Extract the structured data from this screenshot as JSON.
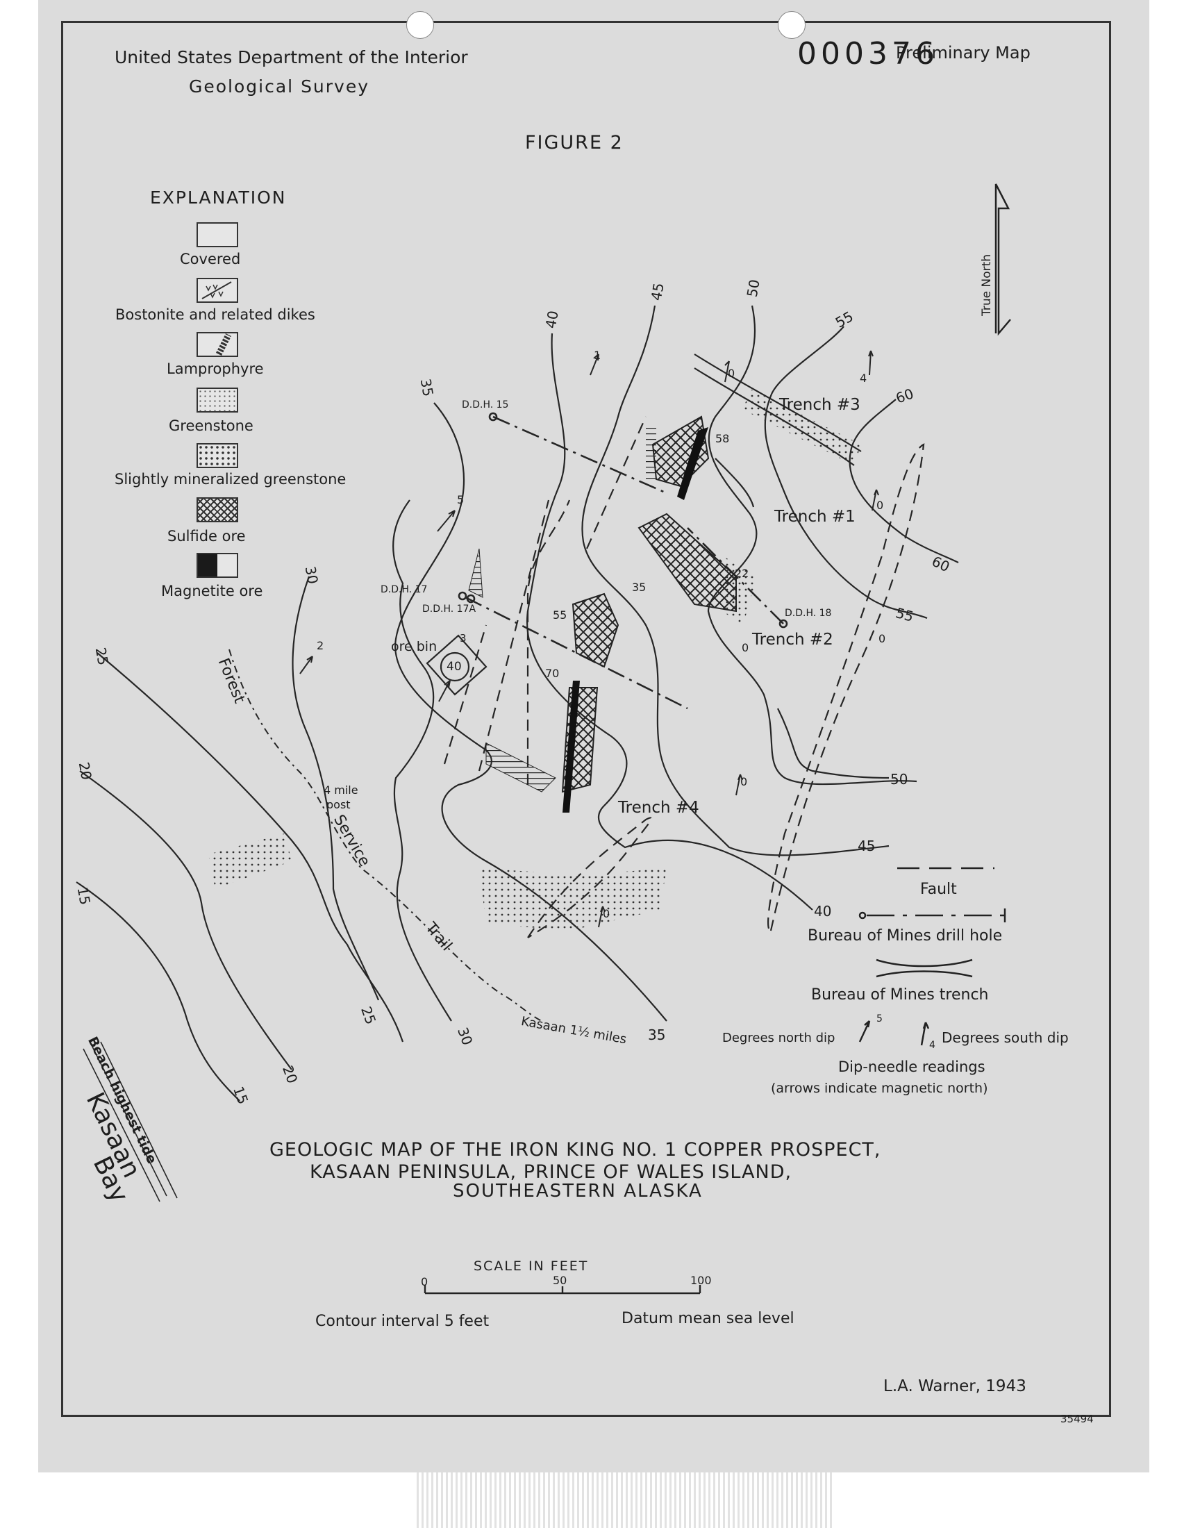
{
  "header": {
    "agency_line1": "United States Department of the Interior",
    "agency_line2": "Geological Survey",
    "stamp_number": "000376",
    "status": "Preliminary Map",
    "figure": "FIGURE 2"
  },
  "legend": {
    "title": "EXPLANATION",
    "items": [
      {
        "label": "Covered",
        "pattern": "blank"
      },
      {
        "label": "Bostonite and related dikes",
        "pattern": "v-marks"
      },
      {
        "label": "Lamprophyre",
        "pattern": "hatched-band"
      },
      {
        "label": "Greenstone",
        "pattern": "stipple"
      },
      {
        "label": "Slightly mineralized greenstone",
        "pattern": "stipple-dense"
      },
      {
        "label": "Sulfide ore",
        "pattern": "cross-hatch"
      },
      {
        "label": "Magnetite ore",
        "pattern": "solid-black"
      }
    ]
  },
  "north_arrow": "True North",
  "map_labels": {
    "drill_holes": [
      "D.D.H. 15",
      "D.D.H. 17",
      "D.D.H. 17A",
      "D.D.H. 18"
    ],
    "trenches": [
      "Trench #3",
      "Trench #1",
      "Trench #2",
      "Trench #4"
    ],
    "ore_bin": "ore bin",
    "ore_bin_value": "40",
    "forest_service_trail": [
      "Forest",
      "Service",
      "Trail"
    ],
    "mile_post": [
      "4 mile",
      "post"
    ],
    "kasaan_dir": "Kasaan 1½ miles",
    "beach": "Beach highest tide",
    "bay": [
      "Kasaan",
      "Bay"
    ],
    "contours": [
      "15",
      "20",
      "25",
      "30",
      "35",
      "40",
      "45",
      "50",
      "55",
      "60",
      "60",
      "55",
      "50",
      "45",
      "40",
      "35",
      "30",
      "25",
      "20",
      "15"
    ],
    "dip_readings": [
      "1",
      "5",
      "2",
      "3",
      "58",
      "22",
      "35",
      "55",
      "70",
      "0",
      "0",
      "0",
      "0",
      "0",
      "0",
      "4"
    ]
  },
  "symbols": {
    "fault": "Fault",
    "drill_hole": "Bureau of Mines drill hole",
    "trench": "Bureau of Mines trench",
    "dip_north": "Degrees north dip",
    "dip_north_example": "5",
    "dip_south": "Degrees south dip",
    "dip_south_example": "4",
    "dipneedle": "Dip-needle readings",
    "dipneedle_note": "(arrows indicate magnetic north)"
  },
  "title": {
    "line1": "GEOLOGIC MAP OF THE IRON KING NO. 1 COPPER PROSPECT,",
    "line2": "KASAAN PENINSULA, PRINCE OF WALES ISLAND,",
    "line3": "SOUTHEASTERN ALASKA"
  },
  "scale": {
    "title": "SCALE IN FEET",
    "ticks": [
      "0",
      "50",
      "100"
    ],
    "contour_interval": "Contour interval 5 feet",
    "datum": "Datum mean sea level"
  },
  "author": "L.A. Warner, 1943",
  "sheet_number": "35494"
}
